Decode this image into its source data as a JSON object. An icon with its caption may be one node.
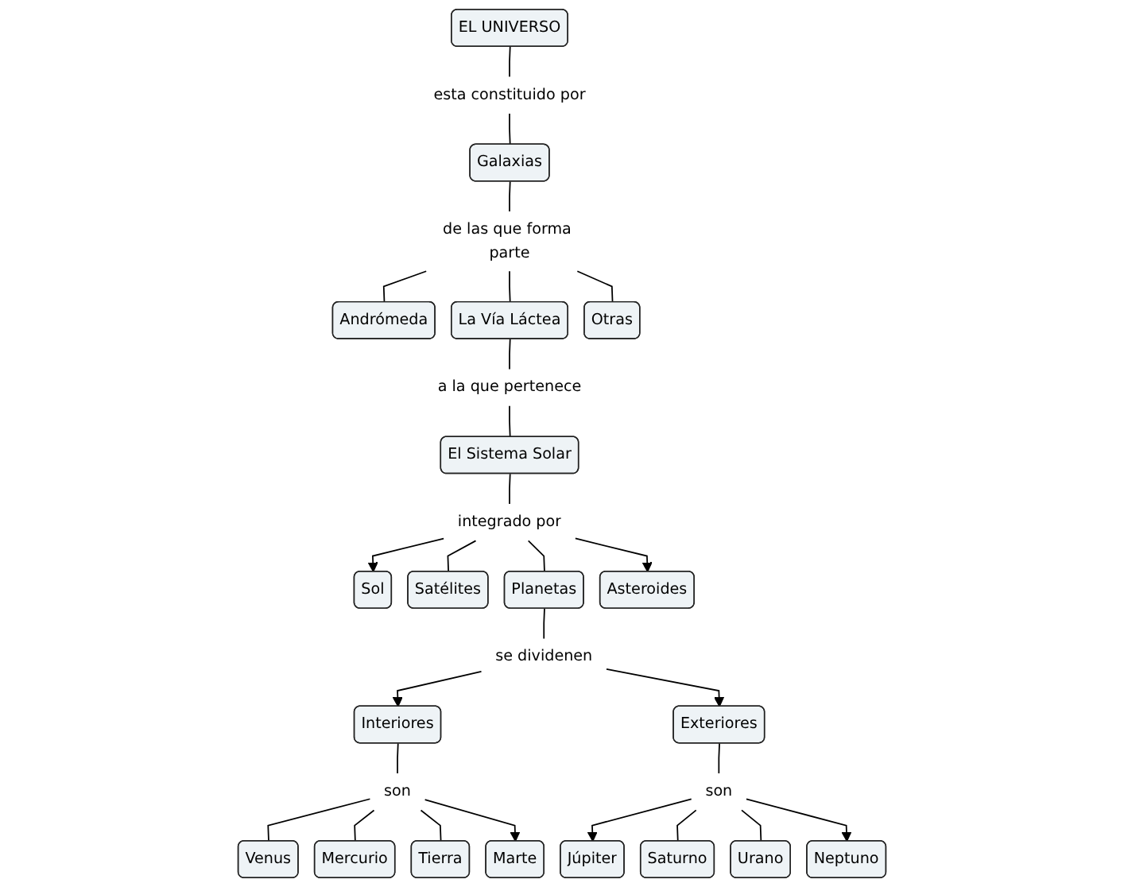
{
  "diagram": {
    "nodes": [
      {
        "text": [
          "EL UNIVERSO"
        ]
      },
      {
        "text": [
          "esta constituido por"
        ]
      },
      {
        "text": [
          "Galaxias"
        ]
      },
      {
        "text": [
          "de las que forma parte"
        ]
      },
      {
        "text": [
          "Andrómeda"
        ]
      },
      {
        "text": [
          "La Vía Láctea"
        ]
      },
      {
        "text": [
          "Otras"
        ]
      },
      {
        "text": [
          "a la que pertenece"
        ]
      },
      {
        "text": [
          "El Sistema Solar"
        ]
      },
      {
        "text": [
          "integrado por"
        ]
      },
      {
        "text": [
          "Sol"
        ]
      },
      {
        "text": [
          "Satélites"
        ]
      },
      {
        "text": [
          "Planetas"
        ]
      },
      {
        "text": [
          "Asteroides"
        ]
      },
      {
        "text": [
          "se dividenen"
        ]
      },
      {
        "text": [
          "Interiores"
        ]
      },
      {
        "text": [
          "Exteriores"
        ]
      },
      {
        "text": [
          "son"
        ]
      },
      {
        "text": [
          "son"
        ]
      },
      {
        "text": [
          "Venus"
        ]
      },
      {
        "text": [
          "Mercurio"
        ]
      },
      {
        "text": [
          "Tierra"
        ]
      },
      {
        "text": [
          "Marte"
        ]
      },
      {
        "text": [
          "Júpiter"
        ]
      },
      {
        "text": [
          "Saturno"
        ]
      },
      {
        "text": [
          "Urano"
        ]
      },
      {
        "text": [
          "Neptuno"
        ]
      }
    ],
    "edges": [
      {
        "from": 0,
        "to": 1,
        "arrow": "none"
      },
      {
        "from": 1,
        "to": 2,
        "arrow": "none"
      },
      {
        "from": 2,
        "to": 3,
        "arrow": "none"
      },
      {
        "from": 3,
        "to": 4,
        "arrow": "none"
      },
      {
        "from": 3,
        "to": 5,
        "arrow": "none"
      },
      {
        "from": 3,
        "to": 6,
        "arrow": "none"
      },
      {
        "from": 5,
        "to": 7,
        "arrow": "none"
      },
      {
        "from": 7,
        "to": 8,
        "arrow": "none"
      },
      {
        "from": 8,
        "to": 9,
        "arrow": "none"
      },
      {
        "from": 9,
        "to": 10,
        "arrow": "to"
      },
      {
        "from": 9,
        "to": 11,
        "arrow": "none"
      },
      {
        "from": 9,
        "to": 12,
        "arrow": "none"
      },
      {
        "from": 9,
        "to": 13,
        "arrow": "to"
      },
      {
        "from": 12,
        "to": 14,
        "arrow": "none"
      },
      {
        "from": 14,
        "to": 15,
        "arrow": "to"
      },
      {
        "from": 14,
        "to": 16,
        "arrow": "to"
      },
      {
        "from": 15,
        "to": 17,
        "arrow": "none"
      },
      {
        "from": 17,
        "to": 19,
        "arrow": "none"
      },
      {
        "from": 17,
        "to": 20,
        "arrow": "none"
      },
      {
        "from": 17,
        "to": 21,
        "arrow": "none"
      },
      {
        "from": 17,
        "to": 22,
        "arrow": "to"
      },
      {
        "from": 16,
        "to": 18,
        "arrow": "none"
      },
      {
        "from": 18,
        "to": 23,
        "arrow": "to"
      },
      {
        "from": 18,
        "to": 24,
        "arrow": "none"
      },
      {
        "from": 18,
        "to": 25,
        "arrow": "none"
      },
      {
        "from": 18,
        "to": 26,
        "arrow": "to"
      }
    ]
  }
}
